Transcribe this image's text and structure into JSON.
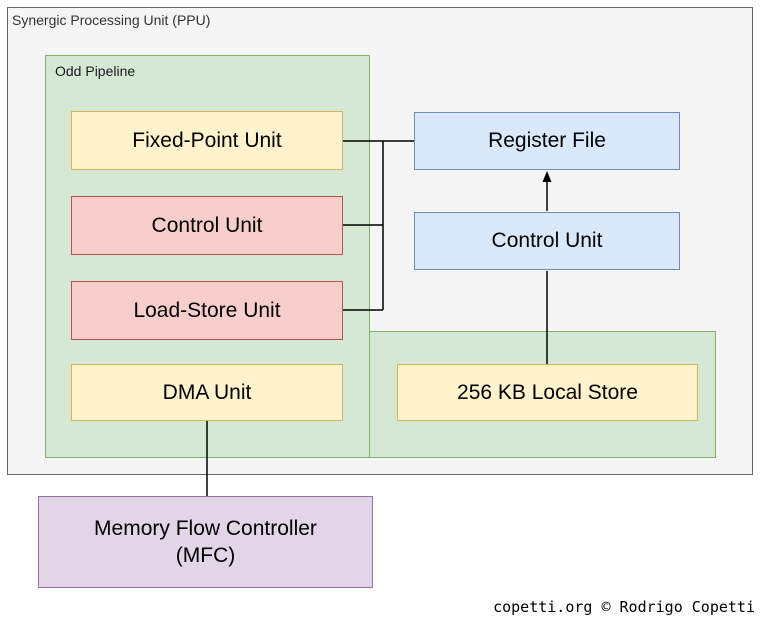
{
  "diagram": {
    "title": "Synergic Processing Unit (PPU)",
    "odd_pipeline_label": "Odd Pipeline",
    "nodes": {
      "fixed_point_unit": "Fixed-Point Unit",
      "control_unit_left": "Control Unit",
      "load_store_unit": "Load-Store Unit",
      "dma_unit": "DMA Unit",
      "register_file": "Register File",
      "control_unit_right": "Control Unit",
      "local_store": "256 KB Local Store",
      "mfc_line1": "Memory Flow Controller",
      "mfc_line2": "(MFC)"
    },
    "colors": {
      "outer_fill": "#f5f5f5",
      "outer_border": "#666666",
      "green_fill": "#d5e8d4",
      "green_border": "#82b366",
      "yellow_fill": "#fff2cc",
      "yellow_border": "#d6b656",
      "red_fill": "#f8cecc",
      "red_border": "#b85450",
      "blue_fill": "#dae8fc",
      "blue_border": "#6c8ebf",
      "purple_fill": "#e1d5e7",
      "purple_border": "#9673a6",
      "connector": "#000000"
    },
    "footer": "copetti.org © Rodrigo Copetti"
  }
}
